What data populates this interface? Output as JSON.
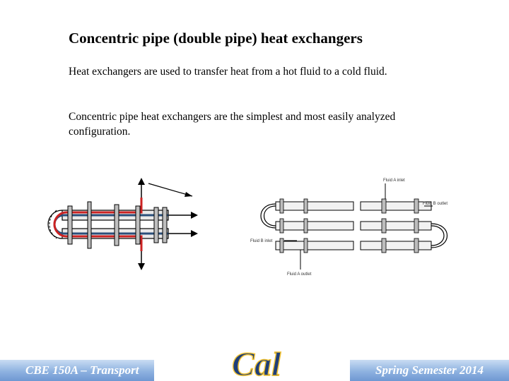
{
  "slide": {
    "title": "Concentric pipe (double pipe) heat exchangers",
    "paragraph1": "Heat exchangers are used to transfer heat from a hot fluid to a cold fluid.",
    "paragraph2": "Concentric pipe heat exchangers are the simplest and most easily analyzed configuration."
  },
  "figure_right": {
    "fluid_a_inlet": "Fluid A inlet",
    "fluid_b_outlet": "Fluid B outlet",
    "fluid_b_inlet": "Fluid B inlet",
    "fluid_a_outlet": "Fluid A outlet"
  },
  "footer": {
    "left_text": "CBE 150A – Transport",
    "right_text": "Spring Semester 2014",
    "logo_text": "Cal"
  },
  "colors": {
    "logo_blue": "#1f3f7a",
    "logo_gold": "#f2c335",
    "hot_fluid": "#cc2222",
    "cold_fluid": "#2a4f7a"
  }
}
